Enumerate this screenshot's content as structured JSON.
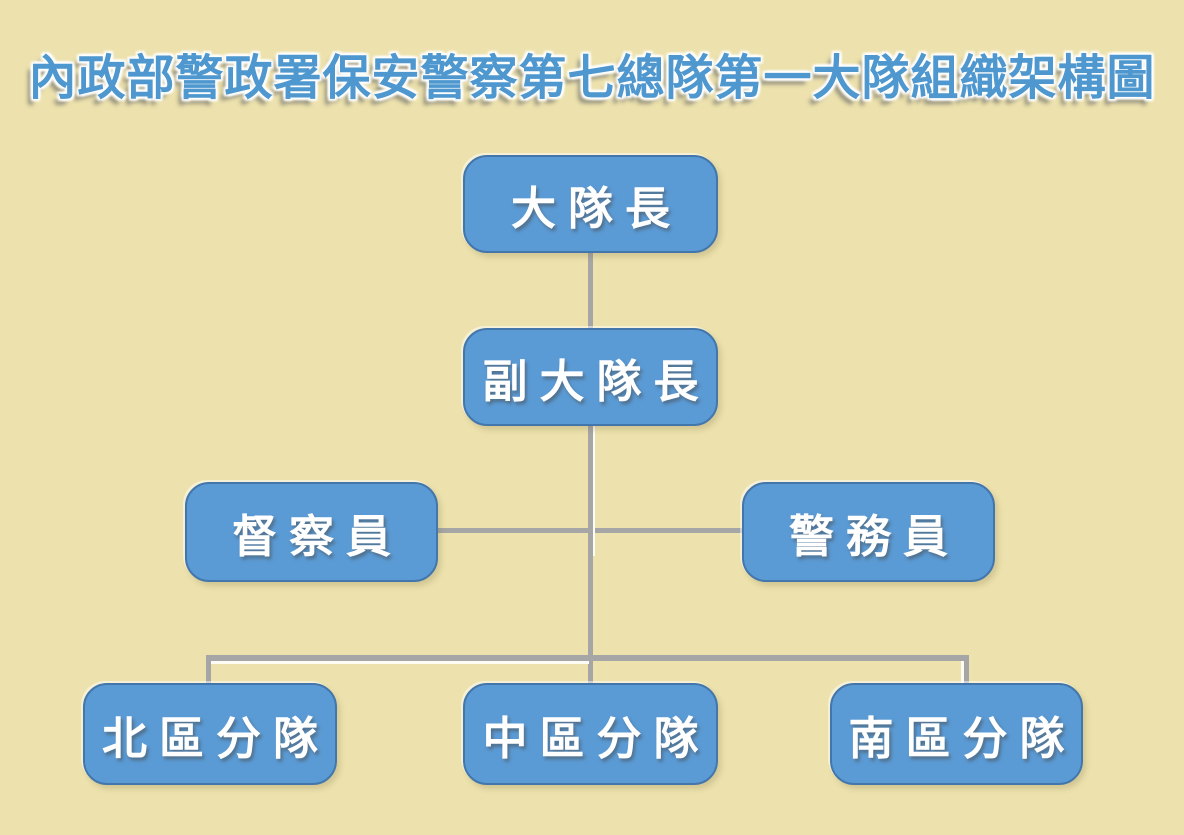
{
  "title": "內政部警政署保安警察第七總隊第一大隊組織架構圖",
  "diagram": {
    "type": "org-chart",
    "nodes": [
      {
        "id": "commander",
        "label": "大隊長",
        "level": 1
      },
      {
        "id": "deputy-commander",
        "label": "副大隊長",
        "level": 2
      },
      {
        "id": "inspector",
        "label": "督察員",
        "level": 3
      },
      {
        "id": "police-affairs-officer",
        "label": "警務員",
        "level": 3
      },
      {
        "id": "north-district-squad",
        "label": "北區分隊",
        "level": 4
      },
      {
        "id": "central-district-squad",
        "label": "中區分隊",
        "level": 4
      },
      {
        "id": "south-district-squad",
        "label": "南區分隊",
        "level": 4
      }
    ],
    "edges": [
      {
        "from": "大隊長",
        "to": "副大隊長"
      },
      {
        "from": "副大隊長",
        "to": "督察員"
      },
      {
        "from": "副大隊長",
        "to": "警務員"
      },
      {
        "from": "副大隊長",
        "to": "北區分隊"
      },
      {
        "from": "副大隊長",
        "to": "中區分隊"
      },
      {
        "from": "副大隊長",
        "to": "南區分隊"
      }
    ]
  },
  "colors": {
    "background": "#EDE2AD",
    "node_fill": "#5B9BD5",
    "node_border": "#4377AC",
    "node_text": "#FFFFFF",
    "connector": "#A6A6A6",
    "title_text": "#4E97CF"
  }
}
